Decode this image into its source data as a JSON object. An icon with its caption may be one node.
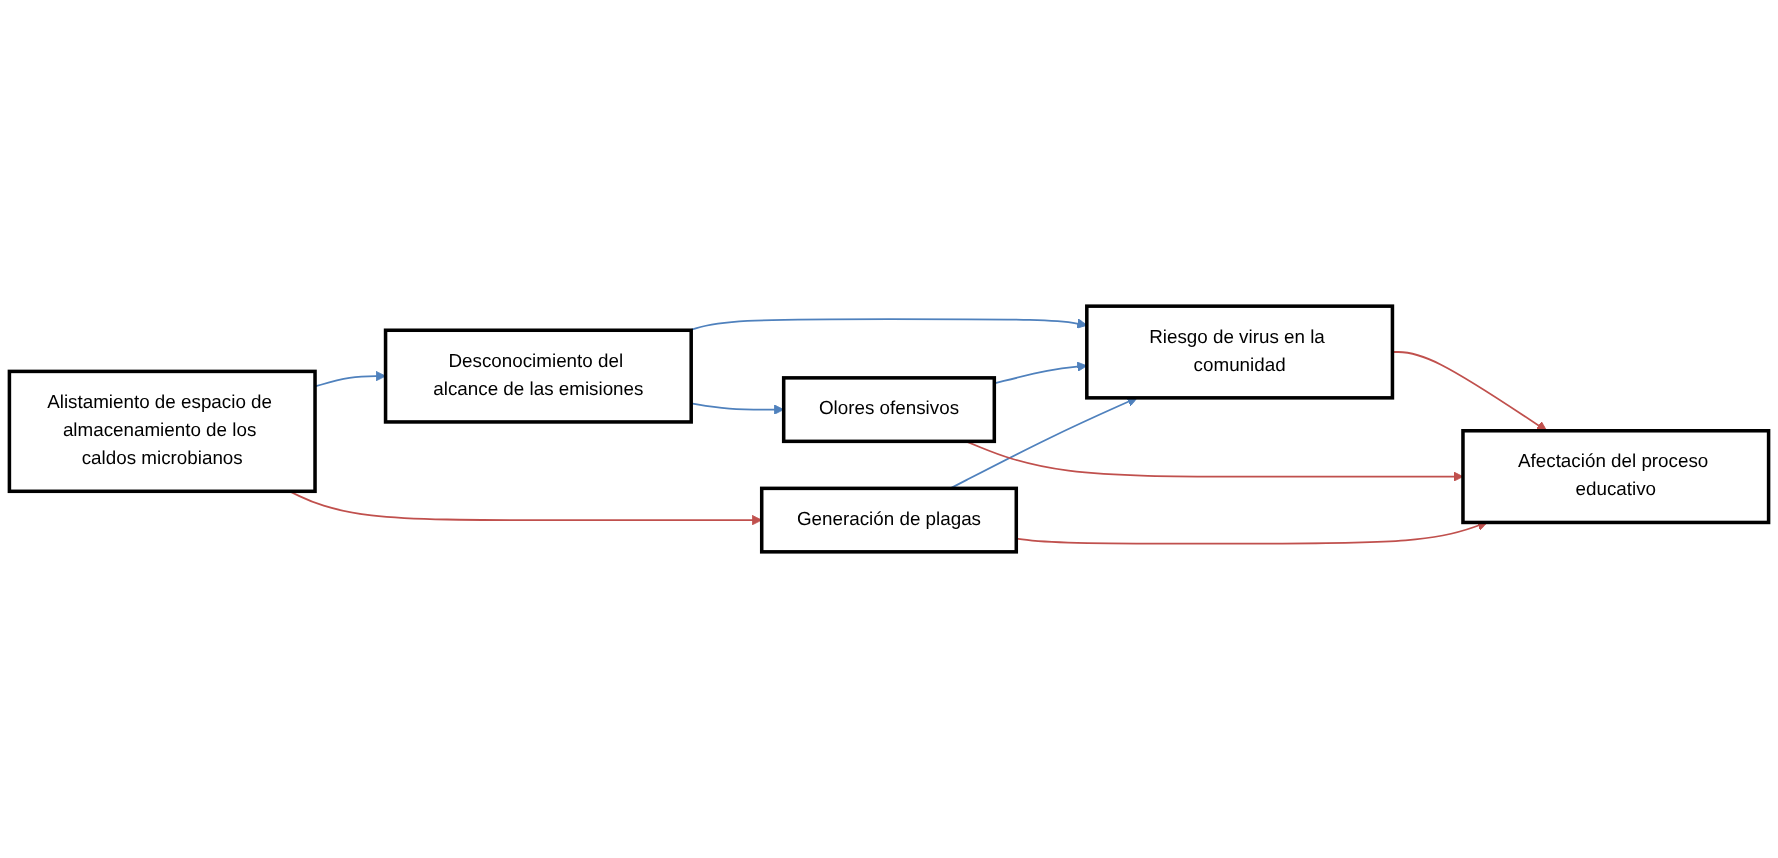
{
  "diagram": {
    "nodes": [
      {
        "text": [
          "Alistamiento de espacio de almacenamiento de los caldos microbianos"
        ]
      },
      {
        "text": [
          "Desconocimiento del alcance de las emisiones"
        ]
      },
      {
        "text": [
          "Olores ofensivos"
        ]
      },
      {
        "text": [
          "Riesgo de virus en la comunidad"
        ]
      },
      {
        "text": [
          "Generación de plagas"
        ]
      },
      {
        "text": [
          "Afectación del proceso educativo"
        ]
      }
    ],
    "edges": [
      {
        "from": 0,
        "to": 1,
        "arrow": "to"
      },
      {
        "from": 1,
        "to": 2,
        "arrow": "to"
      },
      {
        "from": 1,
        "to": 3,
        "arrow": "to"
      },
      {
        "from": 2,
        "to": 3,
        "arrow": "to"
      },
      {
        "from": 0,
        "to": 4,
        "arrow": "to",
        "color": "#c0504d"
      },
      {
        "from": 4,
        "to": 3,
        "arrow": "to"
      },
      {
        "from": 3,
        "to": 5,
        "arrow": "to",
        "color": "#c0504d"
      },
      {
        "from": 2,
        "to": 5,
        "arrow": "to",
        "color": "#c0504d"
      },
      {
        "from": 4,
        "to": 5,
        "arrow": "to",
        "color": "#c0504d"
      }
    ]
  }
}
